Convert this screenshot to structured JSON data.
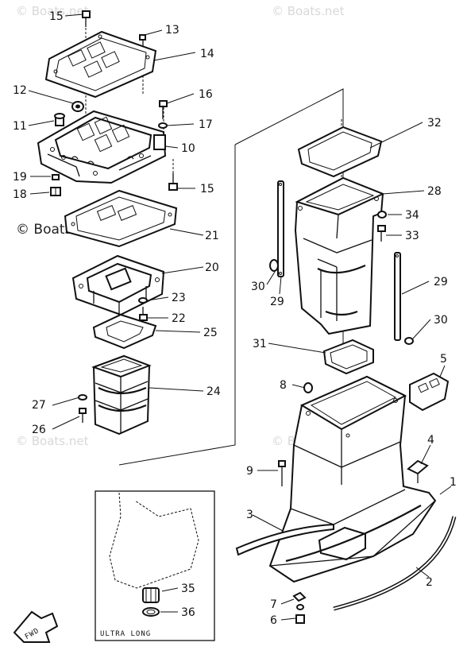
{
  "watermarks": {
    "top_left": "© Boats.net",
    "top_right": "© Boats.net",
    "middle_left": "© Boats.net",
    "bottom_left": "© Boats.net",
    "bottom_right": "© Boats.net"
  },
  "callouts": {
    "c1": "1",
    "c2": "2",
    "c3": "3",
    "c4": "4",
    "c5": "5",
    "c6": "6",
    "c7": "7",
    "c8": "8",
    "c9": "9",
    "c10": "10",
    "c11": "11",
    "c12": "12",
    "c13": "13",
    "c14": "14",
    "c15a": "15",
    "c15b": "15",
    "c16": "16",
    "c17": "17",
    "c18": "18",
    "c19": "19",
    "c20": "20",
    "c21": "21",
    "c22": "22",
    "c23": "23",
    "c24": "24",
    "c25": "25",
    "c26": "26",
    "c27": "27",
    "c28": "28",
    "c29a": "29",
    "c29b": "29",
    "c30a": "30",
    "c30b": "30",
    "c31": "31",
    "c32": "32",
    "c33": "33",
    "c34": "34",
    "c35": "35",
    "c36": "36"
  },
  "inset": {
    "label": "ULTRA LONG"
  },
  "direction": {
    "label": "FWD"
  }
}
